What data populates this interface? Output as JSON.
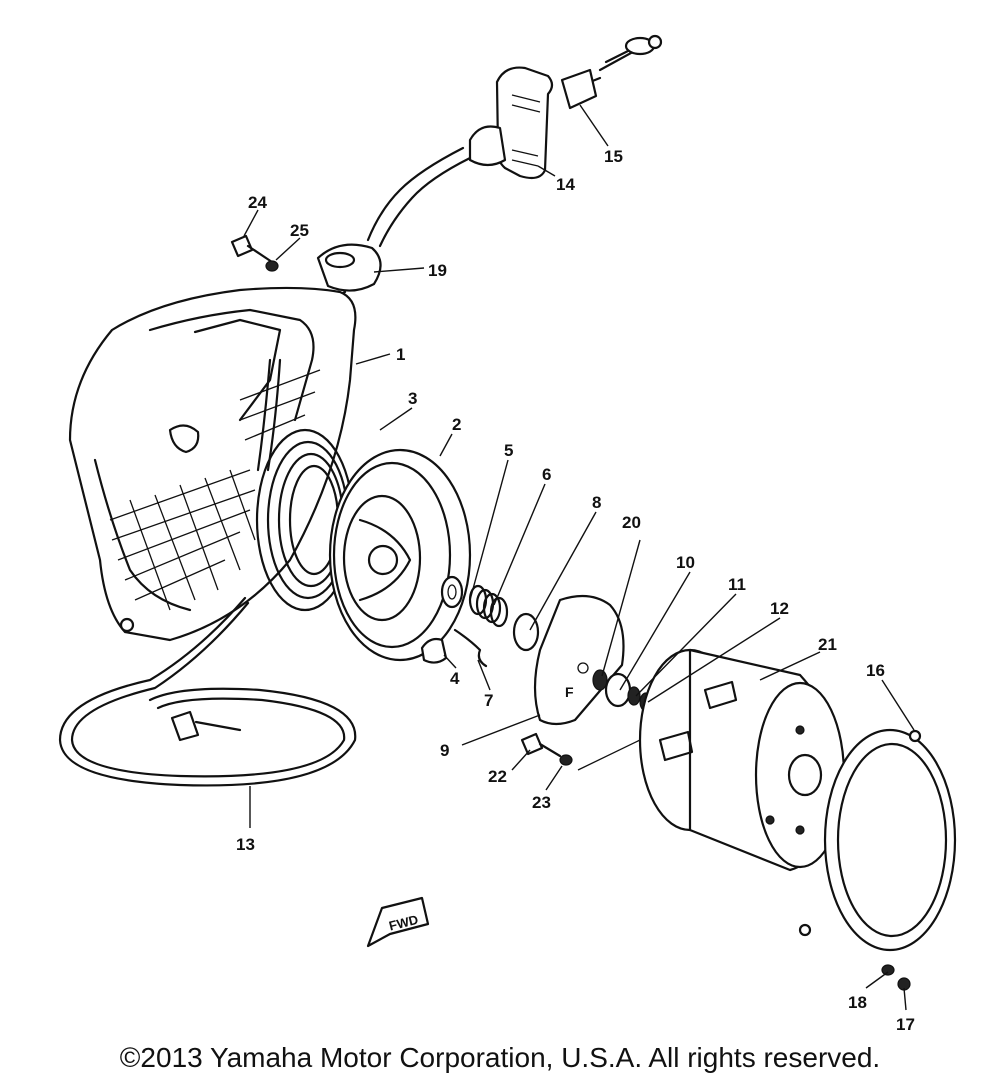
{
  "parts": [
    {
      "id": "1",
      "label": "1"
    },
    {
      "id": "2",
      "label": "2"
    },
    {
      "id": "3",
      "label": "3"
    },
    {
      "id": "4",
      "label": "4"
    },
    {
      "id": "5",
      "label": "5"
    },
    {
      "id": "6",
      "label": "6"
    },
    {
      "id": "7",
      "label": "7"
    },
    {
      "id": "8",
      "label": "8"
    },
    {
      "id": "9",
      "label": "9"
    },
    {
      "id": "10",
      "label": "10"
    },
    {
      "id": "11",
      "label": "11"
    },
    {
      "id": "12",
      "label": "12"
    },
    {
      "id": "13",
      "label": "13"
    },
    {
      "id": "14",
      "label": "14"
    },
    {
      "id": "15",
      "label": "15"
    },
    {
      "id": "16",
      "label": "16"
    },
    {
      "id": "17",
      "label": "17"
    },
    {
      "id": "18",
      "label": "18"
    },
    {
      "id": "19",
      "label": "19"
    },
    {
      "id": "20",
      "label": "20"
    },
    {
      "id": "21",
      "label": "21"
    },
    {
      "id": "22",
      "label": "22"
    },
    {
      "id": "23",
      "label": "23"
    },
    {
      "id": "24",
      "label": "24"
    },
    {
      "id": "25",
      "label": "25"
    }
  ],
  "fwd_marker": "FWD",
  "copyright": "©2013 Yamaha Motor Corporation, U.S.A. All rights reserved."
}
